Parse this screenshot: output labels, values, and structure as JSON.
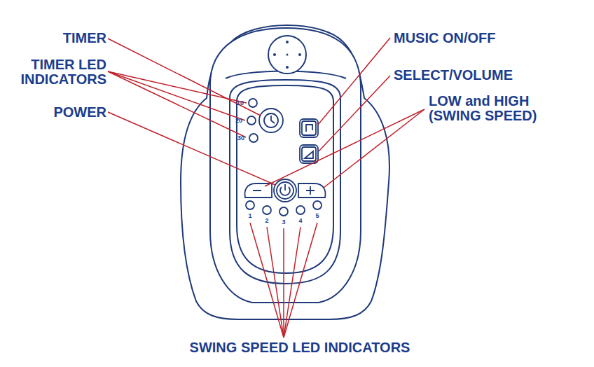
{
  "diagram": {
    "labels": [
      "TIMER",
      "TIMER LED INDICATORS",
      "POWER",
      "MUSIC ON/OFF",
      "SELECT/VOLUME",
      "LOW and HIGH (SWING SPEED)",
      "SWING SPEED LED INDICATORS",
      "10",
      "20",
      "30",
      "1",
      "2",
      "3",
      "4",
      "5"
    ]
  }
}
